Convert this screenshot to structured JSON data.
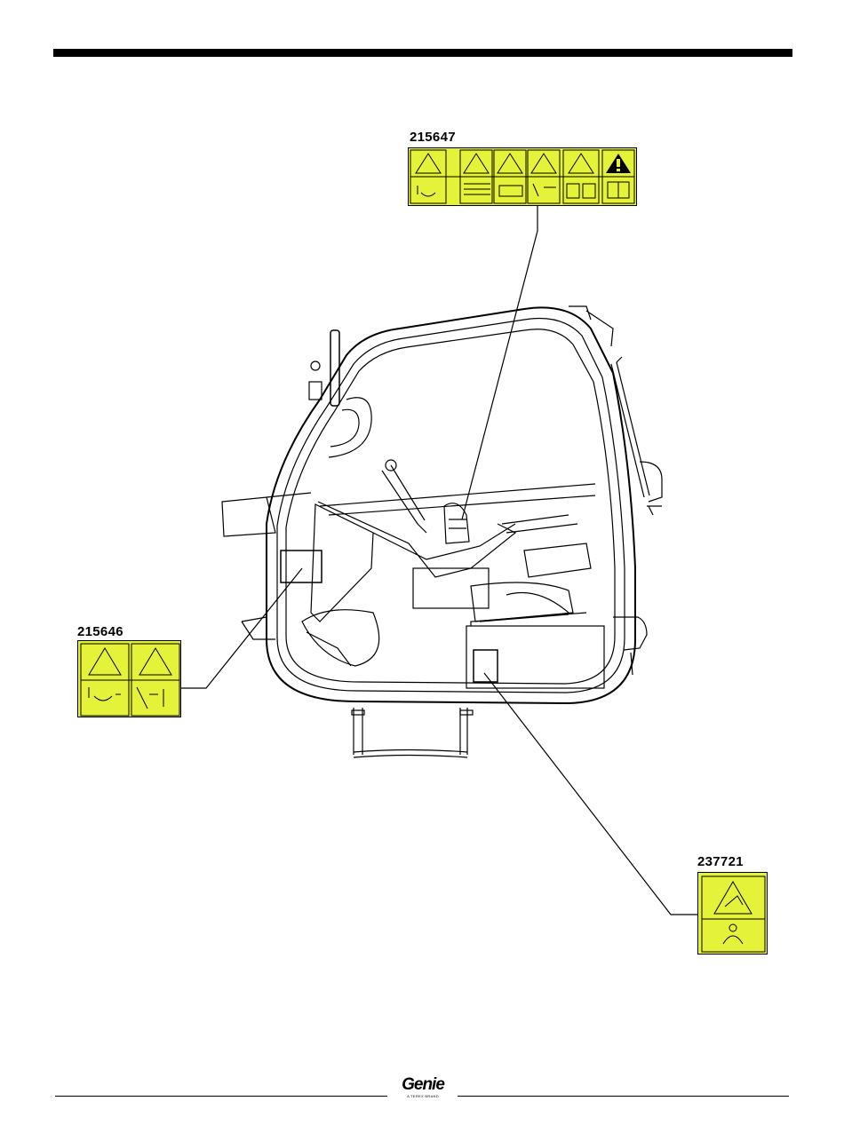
{
  "labels": {
    "decal_top": "215647",
    "decal_left": "215646",
    "decal_right": "237721"
  },
  "footer": {
    "logo_text": "Genie",
    "logo_subtext": "A TEREX BRAND"
  },
  "colors": {
    "decal_yellow": "#e4f23a",
    "line": "#000000"
  }
}
